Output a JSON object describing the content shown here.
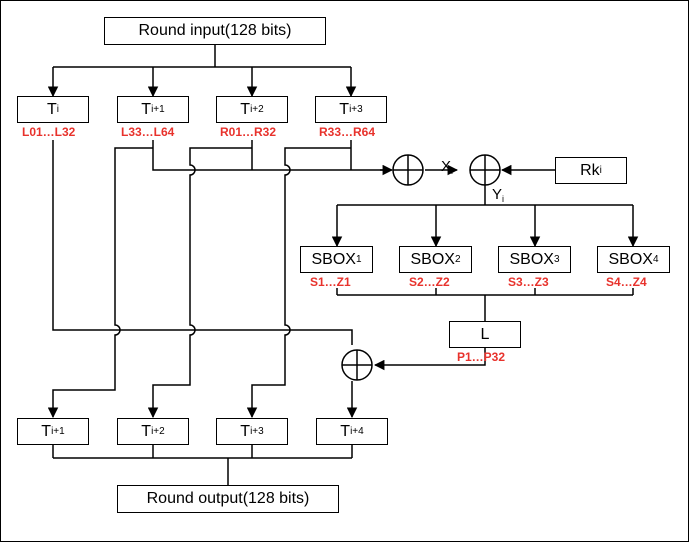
{
  "colors": {
    "line": "#000000",
    "bit_label": "#e8322c",
    "box_fill": "#ffffff"
  },
  "round_input": "Round input(128 bits)",
  "round_output": "Round output(128 bits)",
  "top_words": [
    {
      "base": "T",
      "sub": "i"
    },
    {
      "base": "T",
      "sub": "i+1"
    },
    {
      "base": "T",
      "sub": "i+2"
    },
    {
      "base": "T",
      "sub": "i+3"
    }
  ],
  "top_bit_labels": [
    "L01…L32",
    "L33…L64",
    "R01…R32",
    "R33…R64"
  ],
  "round_key": {
    "base": "Rk",
    "sub": "i"
  },
  "x_label": {
    "base": "X",
    "sub": "i"
  },
  "y_label": {
    "base": "Y",
    "sub": "i"
  },
  "sboxes": [
    {
      "base": "SBOX",
      "sub": "1"
    },
    {
      "base": "SBOX",
      "sub": "2"
    },
    {
      "base": "SBOX",
      "sub": "3"
    },
    {
      "base": "SBOX",
      "sub": "4"
    }
  ],
  "sbox_bit_labels": [
    "S1…Z1",
    "S2…Z2",
    "S3…Z3",
    "S4…Z4"
  ],
  "linear_layer": "L",
  "linear_bit_label": "P1…P32",
  "bottom_words": [
    {
      "base": "T",
      "sub": "i+1"
    },
    {
      "base": "T",
      "sub": "i+2"
    },
    {
      "base": "T",
      "sub": "i+3"
    },
    {
      "base": "T",
      "sub": "i+4"
    }
  ]
}
